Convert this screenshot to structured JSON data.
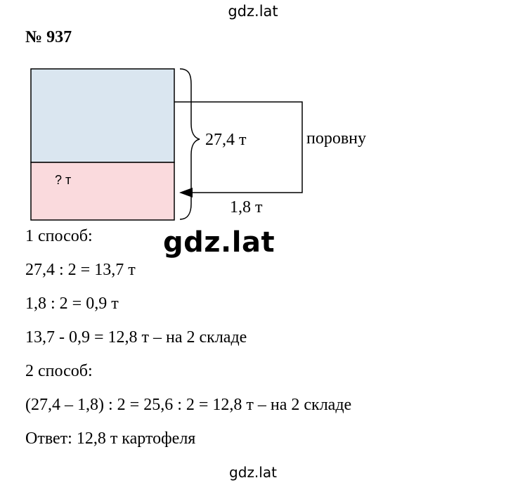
{
  "watermark": "gdz.lat",
  "task_number": "№ 937",
  "diagram": {
    "top_block_color": "#dae6f0",
    "bottom_block_color": "#fadadd",
    "unknown_label": "? т",
    "total_label": "27,4 т",
    "equal_label": "поровну",
    "difference_label": "1,8 т"
  },
  "solution": {
    "method1_title": "1 способ:",
    "method1_step1": "27,4 : 2 = 13,7 т",
    "method1_step2": "1,8 : 2 = 0,9 т",
    "method1_step3": "13,7 - 0,9 = 12,8 т – на 2 складе",
    "method2_title": "2 способ:",
    "method2_step1": "(27,4 – 1,8) : 2 = 25,6 : 2 = 12,8 т – на 2 складе",
    "answer": "Ответ: 12,8 т картофеля"
  }
}
